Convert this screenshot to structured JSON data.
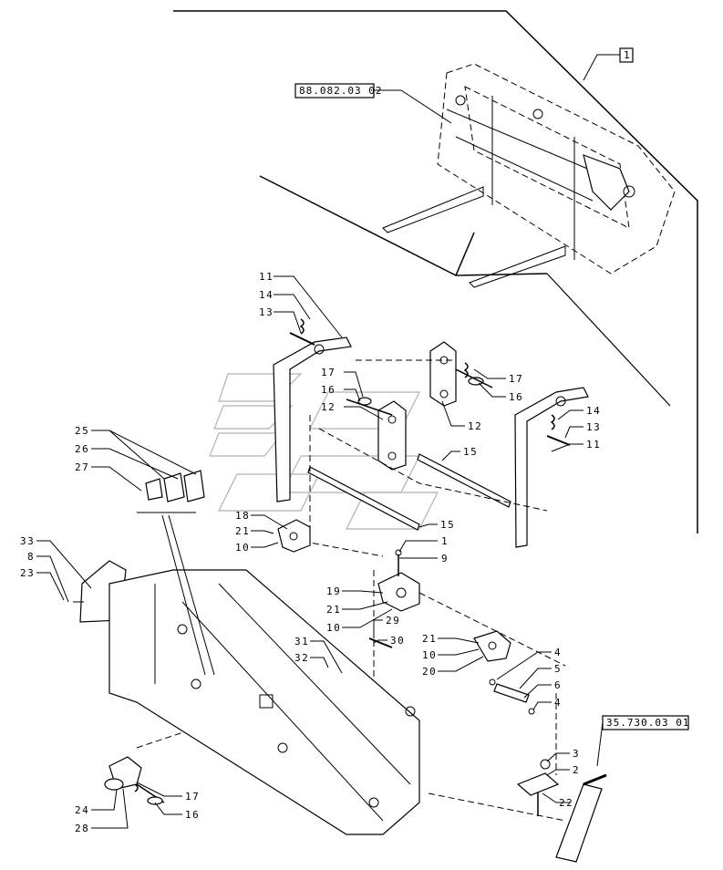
{
  "references": {
    "main_ref": "1",
    "upper_assembly_ref": "88.082.03 02",
    "cylinder_ref": "35.730.03 01"
  },
  "callouts": {
    "c11a": "11",
    "c14a": "14",
    "c13a": "13",
    "c17a": "17",
    "c16a": "16",
    "c12a": "12",
    "c17b": "17",
    "c16b": "16",
    "c12b": "12",
    "c14b": "14",
    "c13b": "13",
    "c11b": "11",
    "c15a": "15",
    "c15b": "15",
    "c25": "25",
    "c26": "26",
    "c27": "27",
    "c18": "18",
    "c21a": "21",
    "c10a": "10",
    "c33": "33",
    "c8": "8",
    "c23": "23",
    "c1": "1",
    "c9": "9",
    "c19": "19",
    "c21b": "21",
    "c10b": "10",
    "c29": "29",
    "c30": "30",
    "c21c": "21",
    "c10c": "10",
    "c20": "20",
    "c31": "31",
    "c32": "32",
    "c4a": "4",
    "c5": "5",
    "c6": "6",
    "c4b": "4",
    "c3": "3",
    "c2": "2",
    "c22": "22",
    "c17c": "17",
    "c16c": "16",
    "c24": "24",
    "c28": "28"
  }
}
